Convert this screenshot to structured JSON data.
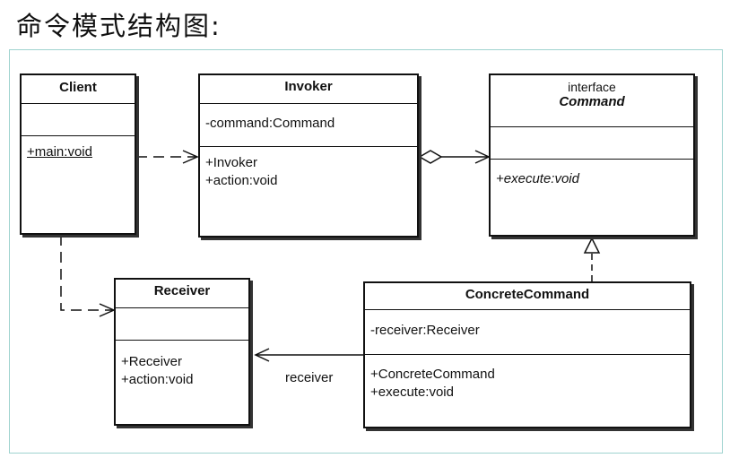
{
  "title": "命令模式结构图:",
  "classes": {
    "client": {
      "name": "Client",
      "methods": [
        "+main:void"
      ]
    },
    "invoker": {
      "name": "Invoker",
      "attributes": [
        "-command:Command"
      ],
      "methods": [
        "+Invoker",
        "+action:void"
      ]
    },
    "command": {
      "stereotype": "interface",
      "name": "Command",
      "methods": [
        "+execute:void"
      ]
    },
    "receiver": {
      "name": "Receiver",
      "methods": [
        "+Receiver",
        "+action:void"
      ]
    },
    "concrete": {
      "name": "ConcreteCommand",
      "attributes": [
        "-receiver:Receiver"
      ],
      "methods": [
        "+ConcreteCommand",
        "+execute:void"
      ]
    }
  },
  "association_label": "receiver"
}
